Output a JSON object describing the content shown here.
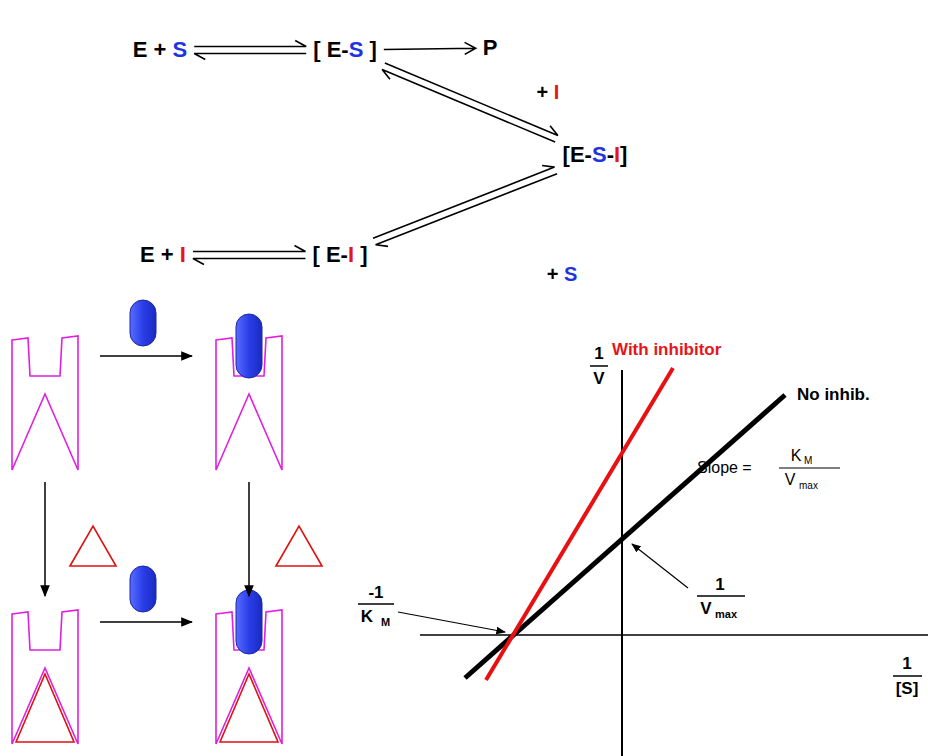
{
  "diagram": {
    "nodes": [
      {
        "text": [
          "E + S"
        ]
      },
      {
        "text": [
          "[ E-S ]"
        ]
      },
      {
        "text": [
          "P"
        ]
      },
      {
        "text": [
          "[E-S-I]"
        ]
      },
      {
        "text": [
          "E + I"
        ]
      },
      {
        "text": [
          "[ E-I ]"
        ]
      }
    ],
    "edges": [
      {
        "from": 0,
        "to": 1,
        "arrow": "both"
      },
      {
        "from": 1,
        "to": 2,
        "arrow": "to"
      },
      {
        "from": 1,
        "to": 3,
        "label": "+ I",
        "arrow": "both"
      },
      {
        "from": 4,
        "to": 5,
        "arrow": "both"
      },
      {
        "from": 5,
        "to": 3,
        "label": "+ S",
        "arrow": "both"
      }
    ],
    "labels": [
      "With inhibitor",
      "No inhib.",
      "1",
      "V",
      "-1",
      "K",
      "M",
      "1",
      "V",
      "max",
      "Slope =",
      "K",
      "M",
      "V",
      "max",
      "1",
      "[S]"
    ]
  }
}
